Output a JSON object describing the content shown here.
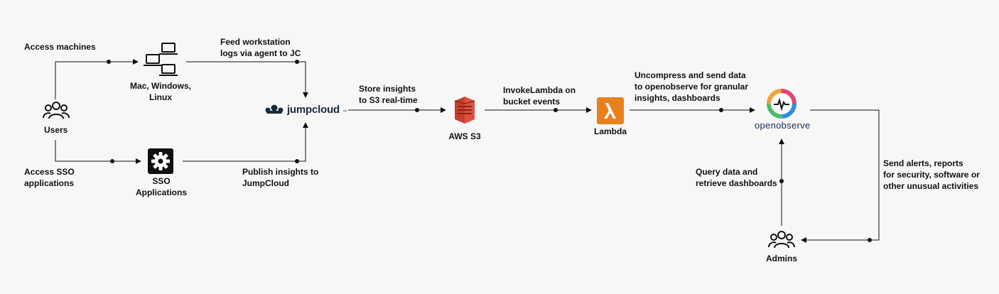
{
  "labels": {
    "access_machines": "Access machines",
    "machines": "Mac, Windows,\nLinux",
    "feed_logs": "Feed workstation\nlogs via agent to JC",
    "users": "Users",
    "access_sso": "Access SSO\napplications",
    "sso_apps": "SSO\nApplications",
    "publish_insights": "Publish insights to\nJumpCloud",
    "jumpcloud": "jumpcloud",
    "store_insights": "Store insights\nto S3 real-time",
    "aws_s3": "AWS S3",
    "invoke_lambda": "InvokeLambda on\nbucket events",
    "lambda": "Lambda",
    "uncompress": "Uncompress and send data\nto openobserve for granular\ninsights, dashboards",
    "openobserve": "openobserve",
    "query_data": "Query data and\nretrieve dashboards",
    "send_alerts": "Send alerts, reports\nfor security, software or\nother unusual activities",
    "admins": "Admins"
  },
  "colors": {
    "line": "#111111",
    "aws_red": "#c7402e",
    "lambda_orange": "#e8801e"
  }
}
